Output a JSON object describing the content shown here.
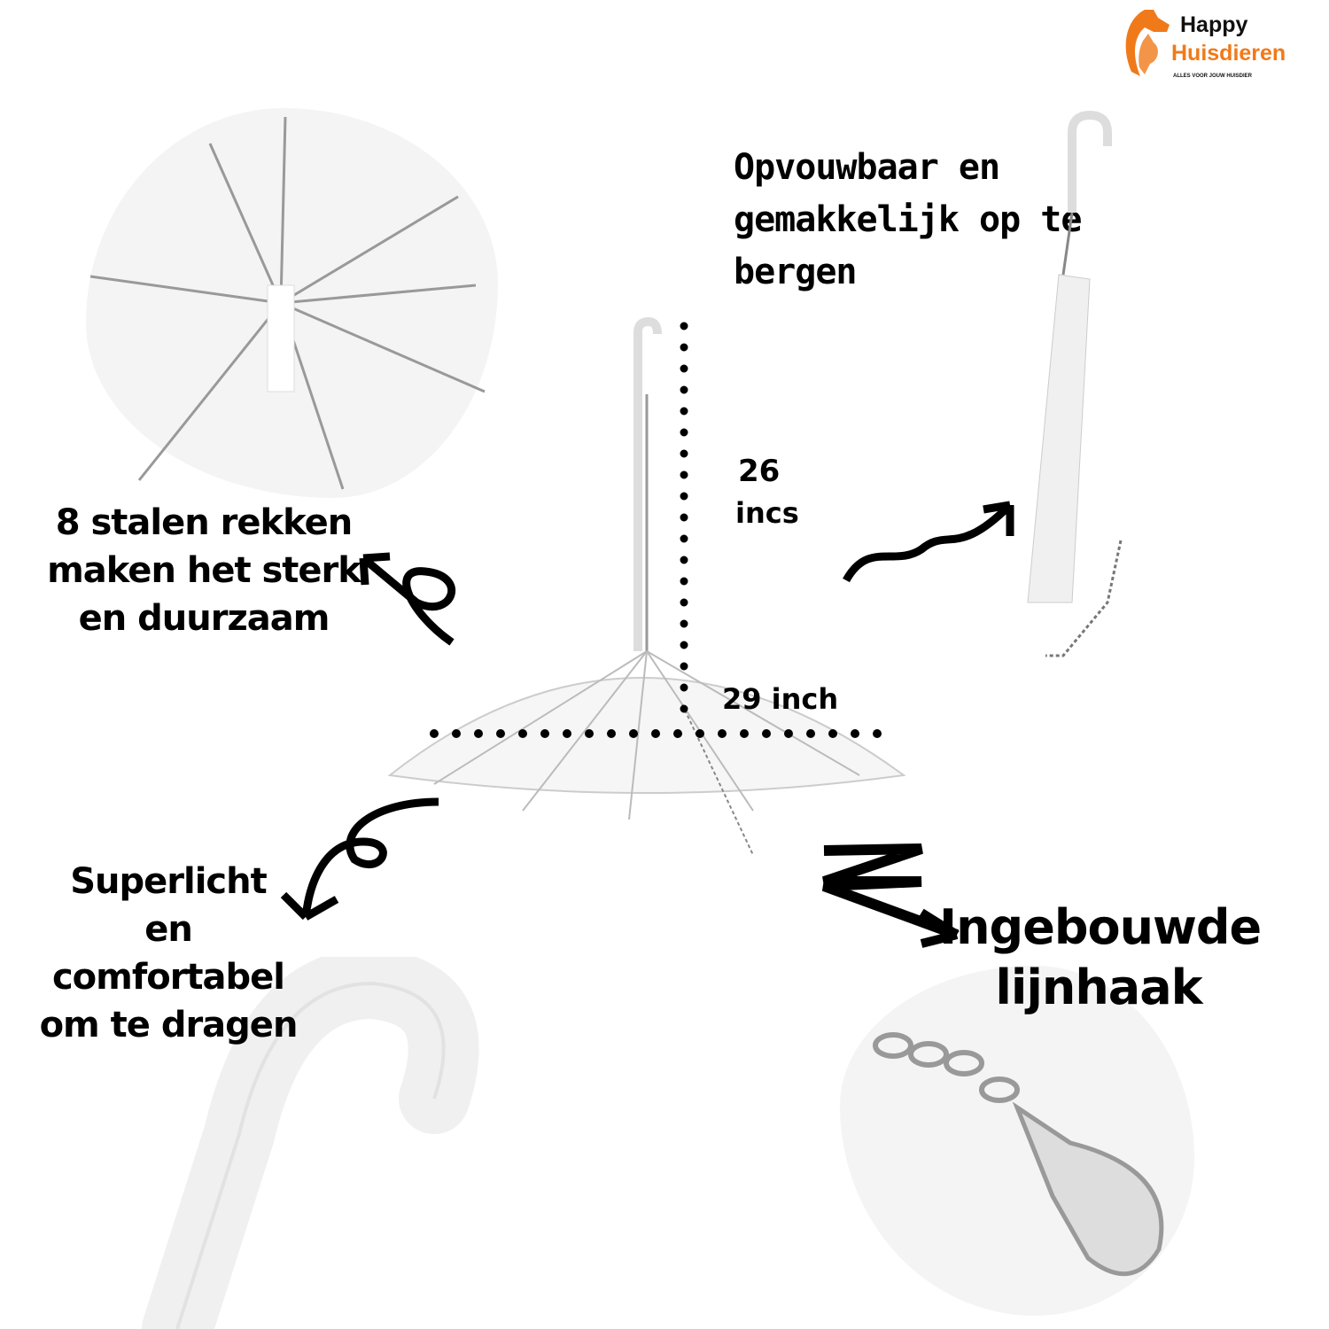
{
  "logo": {
    "line1": "Happy",
    "line2": "Huisdieren",
    "tagline": "ALLES VOOR JOUW HUISDIER",
    "accent": "#f07a1a"
  },
  "labels": {
    "foldable": [
      "Opvouwbaar en",
      "gemakkelijk op te",
      "bergen"
    ],
    "ribs": [
      "8 stalen rekken",
      "maken het sterk",
      "en duurzaam"
    ],
    "light": [
      "Superlicht",
      "en",
      "comfortabel",
      "om te dragen"
    ],
    "hook": [
      "Ingebouwde",
      "lijnhaak"
    ]
  },
  "dimensions": {
    "height_value": "26",
    "height_unit": "incs",
    "width": "29 inch"
  },
  "icons": [
    "umbrella-ribs-photo",
    "folded-umbrella-photo",
    "umbrella-photo",
    "handle-photo",
    "leash-hook-photo",
    "curly-arrow-icon",
    "squiggle-arrow-icon",
    "zigzag-arrow-icon"
  ]
}
